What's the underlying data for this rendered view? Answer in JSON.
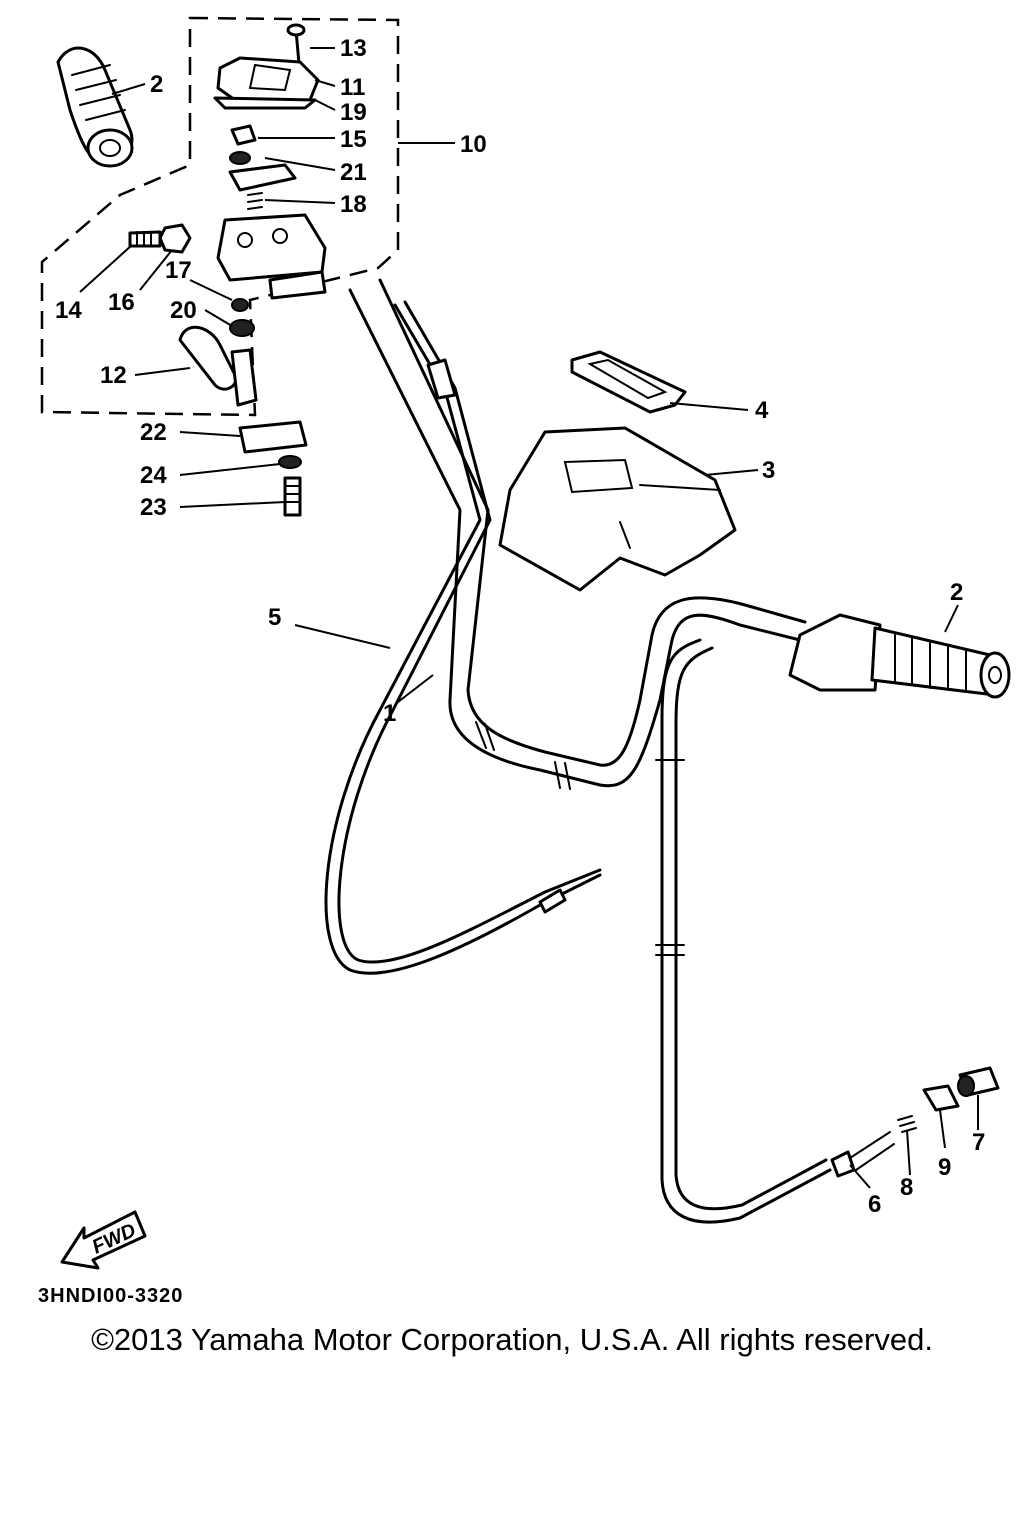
{
  "diagram": {
    "callouts": [
      "1",
      "2",
      "2",
      "3",
      "4",
      "5",
      "6",
      "7",
      "8",
      "9",
      "10",
      "11",
      "12",
      "13",
      "14",
      "15",
      "16",
      "17",
      "18",
      "19",
      "20",
      "21",
      "22",
      "23",
      "24"
    ],
    "fwd_label": "FWD",
    "code": "3HNDI00-3320"
  },
  "footer": {
    "copyright": "©2013 Yamaha Motor Corporation, U.S.A. All rights reserved."
  }
}
